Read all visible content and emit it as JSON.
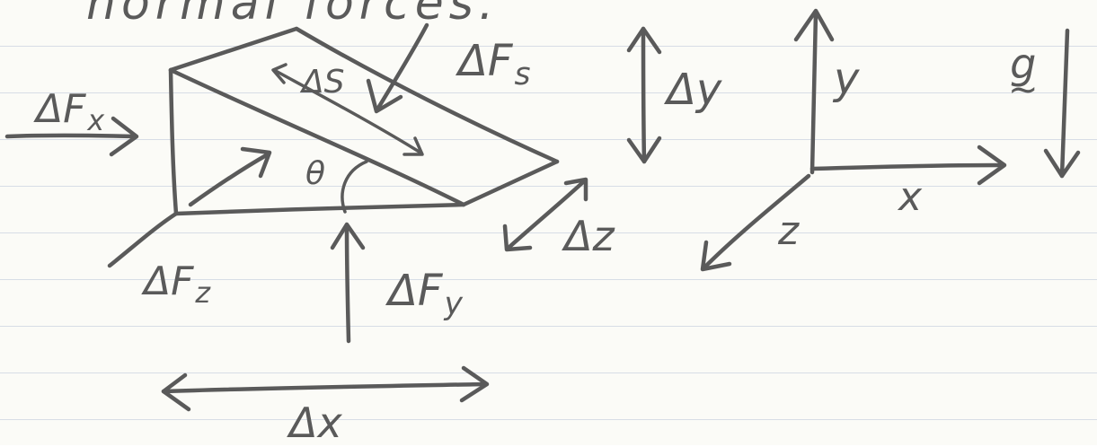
{
  "heading_fragment": "normal forces.",
  "labels": {
    "dFx": {
      "main": "ΔF",
      "sub": "x"
    },
    "dFs": {
      "main": "ΔF",
      "sub": "s"
    },
    "dFz": {
      "main": "ΔF",
      "sub": "z"
    },
    "dFy": {
      "main": "ΔF",
      "sub": "y"
    },
    "ds": "ΔS",
    "dy": "Δy",
    "dz": "Δz",
    "dx": "Δx",
    "theta": "θ"
  },
  "axes": {
    "y": "y",
    "x": "x",
    "z": "z"
  },
  "gravity": {
    "main": "g",
    "underline": "~"
  },
  "colors": {
    "ink": "#5a5a5a",
    "paper": "#fbfbf7",
    "rule": "#d7dde6"
  }
}
